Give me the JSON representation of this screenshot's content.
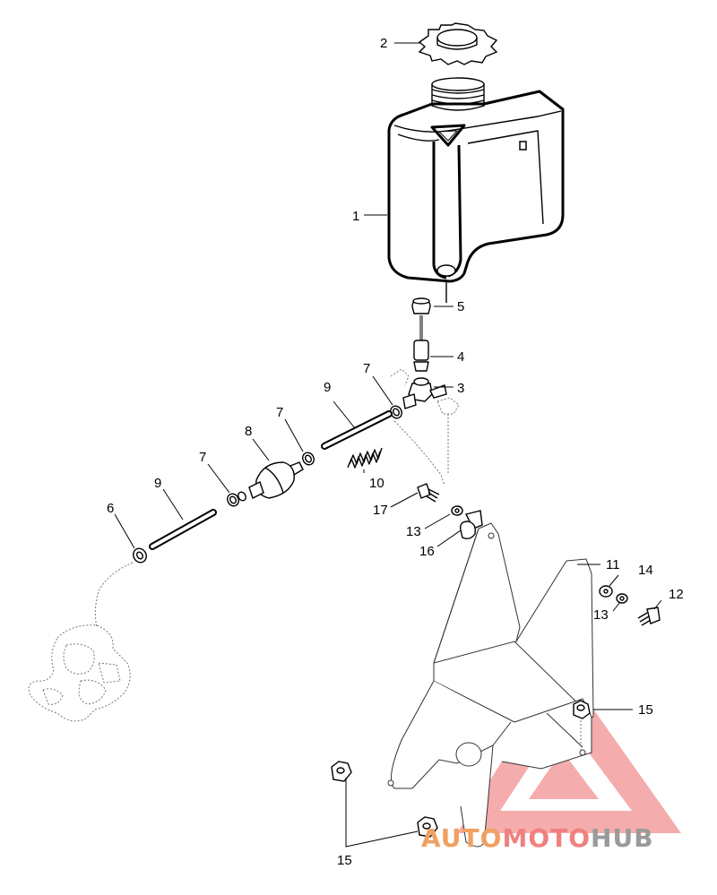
{
  "callouts": [
    {
      "label": "1"
    },
    {
      "label": "2"
    },
    {
      "label": "3"
    },
    {
      "label": "4"
    },
    {
      "label": "5"
    },
    {
      "label": "6"
    },
    {
      "label": "7"
    },
    {
      "label": "7"
    },
    {
      "label": "7"
    },
    {
      "label": "7"
    },
    {
      "label": "8"
    },
    {
      "label": "9"
    },
    {
      "label": "9"
    },
    {
      "label": "10"
    },
    {
      "label": "11"
    },
    {
      "label": "12"
    },
    {
      "label": "13"
    },
    {
      "label": "13"
    },
    {
      "label": "14"
    },
    {
      "label": "15"
    },
    {
      "label": "15"
    },
    {
      "label": "16"
    },
    {
      "label": "17"
    }
  ],
  "watermark": {
    "part1": "AUTO",
    "part2": "MOTO",
    "part3": "HUB",
    "color_primary": "#f08080",
    "color_secondary": "#9a9a9a"
  }
}
